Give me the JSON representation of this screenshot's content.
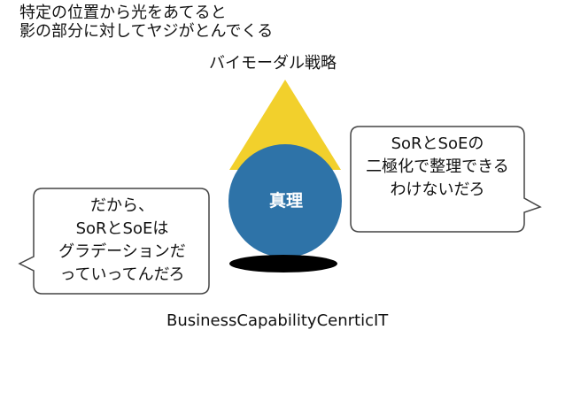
{
  "intro": {
    "line1": "特定の位置から光をあてると",
    "line2": "影の部分に対してヤジがとんでくる"
  },
  "title": "バイモーダル戦略",
  "center": {
    "label": "真理"
  },
  "bubbles": {
    "left": {
      "lines": [
        "だから、",
        "SoRとSoEは",
        "グラデーションだ",
        "っていってんだろ"
      ]
    },
    "right": {
      "lines": [
        "SoRとSoEの",
        "二極化で整理できる",
        "わけないだろ"
      ]
    }
  },
  "footer": "BusinessCapabilityCenrticIT",
  "colors": {
    "triangle": "#f2d02c",
    "circle": "#2e73a8",
    "shadow": "#000000",
    "bubble_border": "#444444"
  }
}
